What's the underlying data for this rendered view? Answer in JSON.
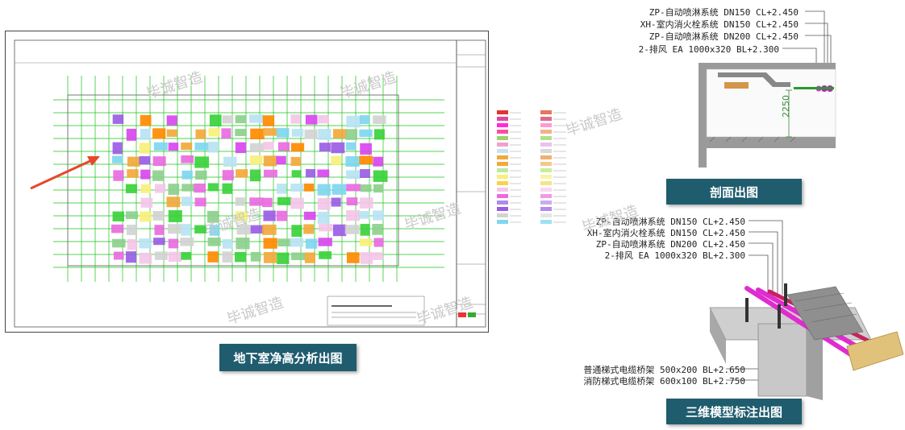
{
  "captions": {
    "plan": "地下室净高分析出图",
    "section": "剖面出图",
    "model3d": "三维模型标注出图"
  },
  "watermark": "毕诚智造",
  "section_labels": [
    "ZP-自动喷淋系统 DN150  CL+2.450",
    "XH-室内消火栓系统 DN150  CL+2.450",
    "ZP-自动喷淋系统 DN200  CL+2.450",
    "2-排风 EA 1000x320 BL+2.300"
  ],
  "section_dimension": "2250",
  "model_labels_top": [
    "ZP-自动喷淋系统 DN150  CL+2.450",
    "XH-室内消火栓系统 DN150  CL+2.450",
    "ZP-自动喷淋系统 DN200  CL+2.450",
    "2-排风 EA 1000x320 BL+2.300"
  ],
  "model_labels_bottom": [
    "普通梯式电缆桥架 500x200 BL+2.650",
    "消防梯式电缆桥架 600x100 BL+2.750"
  ],
  "colors": {
    "caption_bg": "#1f5c6e",
    "grid_green": "#18c418",
    "arrow_red": "#e8472a"
  }
}
